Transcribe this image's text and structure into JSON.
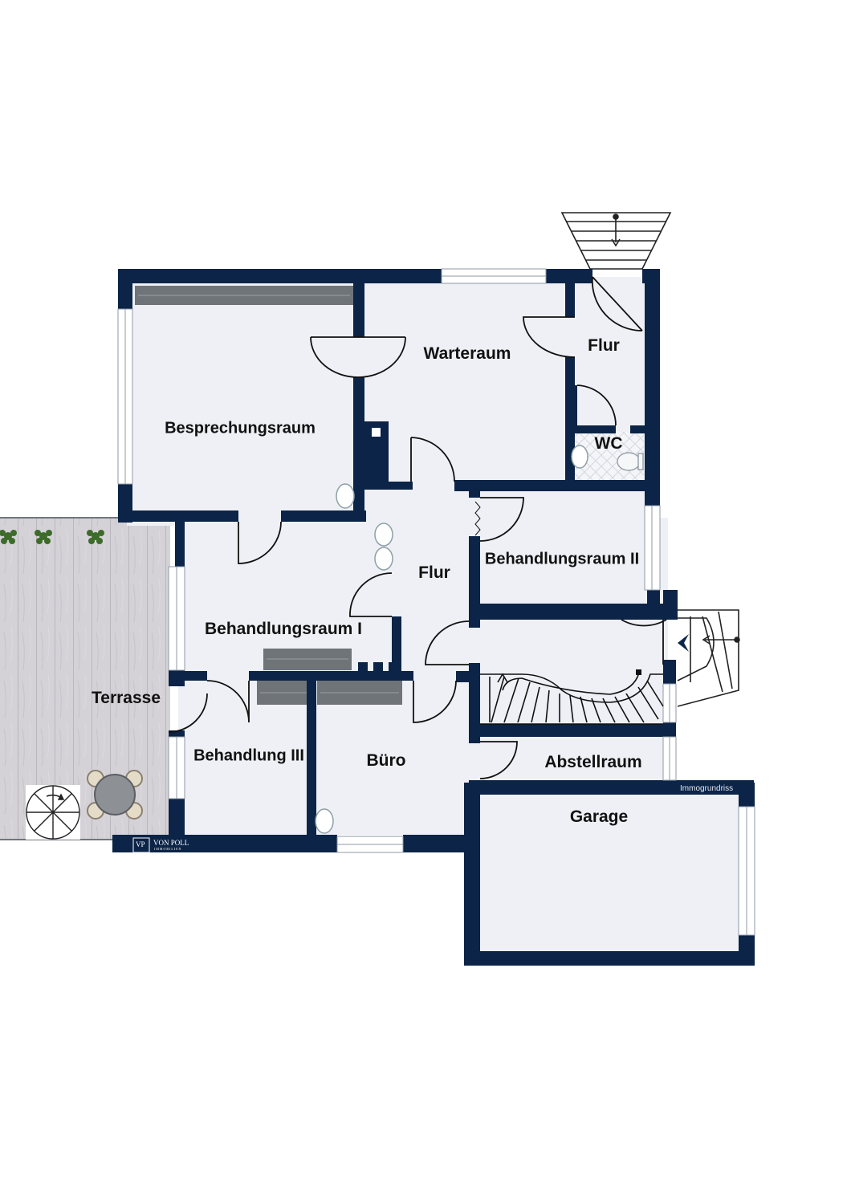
{
  "plan": {
    "rooms": {
      "besprechungsraum": "Besprechungsraum",
      "warteraum": "Warteraum",
      "flur_top": "Flur",
      "wc": "WC",
      "flur_center": "Flur",
      "behandlungsraum_2": "Behandlungsraum II",
      "behandlungsraum_1": "Behandlungsraum I",
      "terrasse": "Terrasse",
      "behandlung_3": "Behandlung III",
      "buero": "Büro",
      "abstellraum": "Abstellraum",
      "garage": "Garage"
    },
    "brand": {
      "monogram": "VP",
      "name": "VON POLL",
      "sub": "IMMOBILIEN"
    },
    "credit": "Immogrundriss",
    "colors": {
      "wall": "#0b2447",
      "floor": "#eef0f5",
      "deck": "#d3d1d6",
      "cabinet": "#6f7478"
    }
  }
}
